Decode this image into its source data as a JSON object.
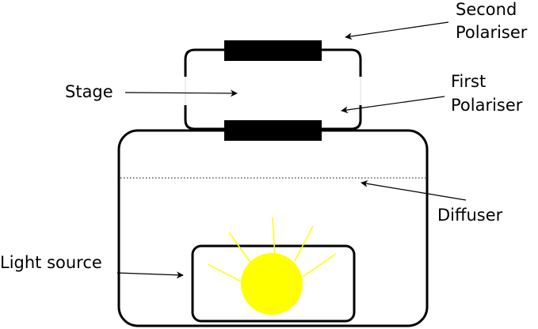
{
  "labels": {
    "second_polariser_line1": "Second",
    "second_polariser_line2": "Polariser",
    "first_polariser_line1": "First",
    "first_polariser_line2": "Polariser",
    "stage": "Stage",
    "diffuser": "Diffuser",
    "light_source": "Light source"
  },
  "colors": {
    "outline": "#000000",
    "polariser": "#000000",
    "sun": "#ffff00",
    "background": "#ffffff"
  }
}
